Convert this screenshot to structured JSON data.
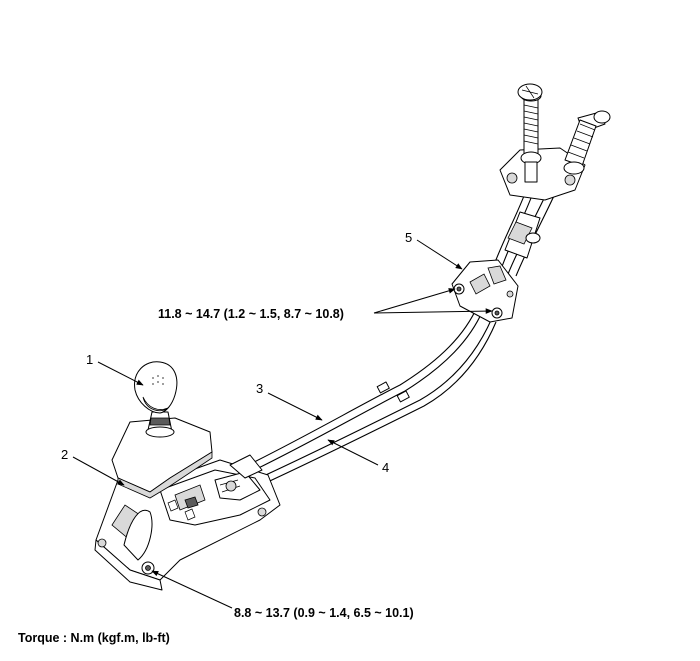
{
  "callouts": {
    "c1": "1",
    "c2": "2",
    "c3": "3",
    "c4": "4",
    "c5": "5"
  },
  "torques": {
    "upper": "11.8 ~ 14.7 (1.2 ~ 1.5, 8.7 ~ 10.8)",
    "lower": "8.8 ~ 13.7 (0.9 ~ 1.4, 6.5 ~ 10.1)"
  },
  "footer": {
    "torque_unit": "Torque : N.m (kgf.m, lb-ft)"
  }
}
